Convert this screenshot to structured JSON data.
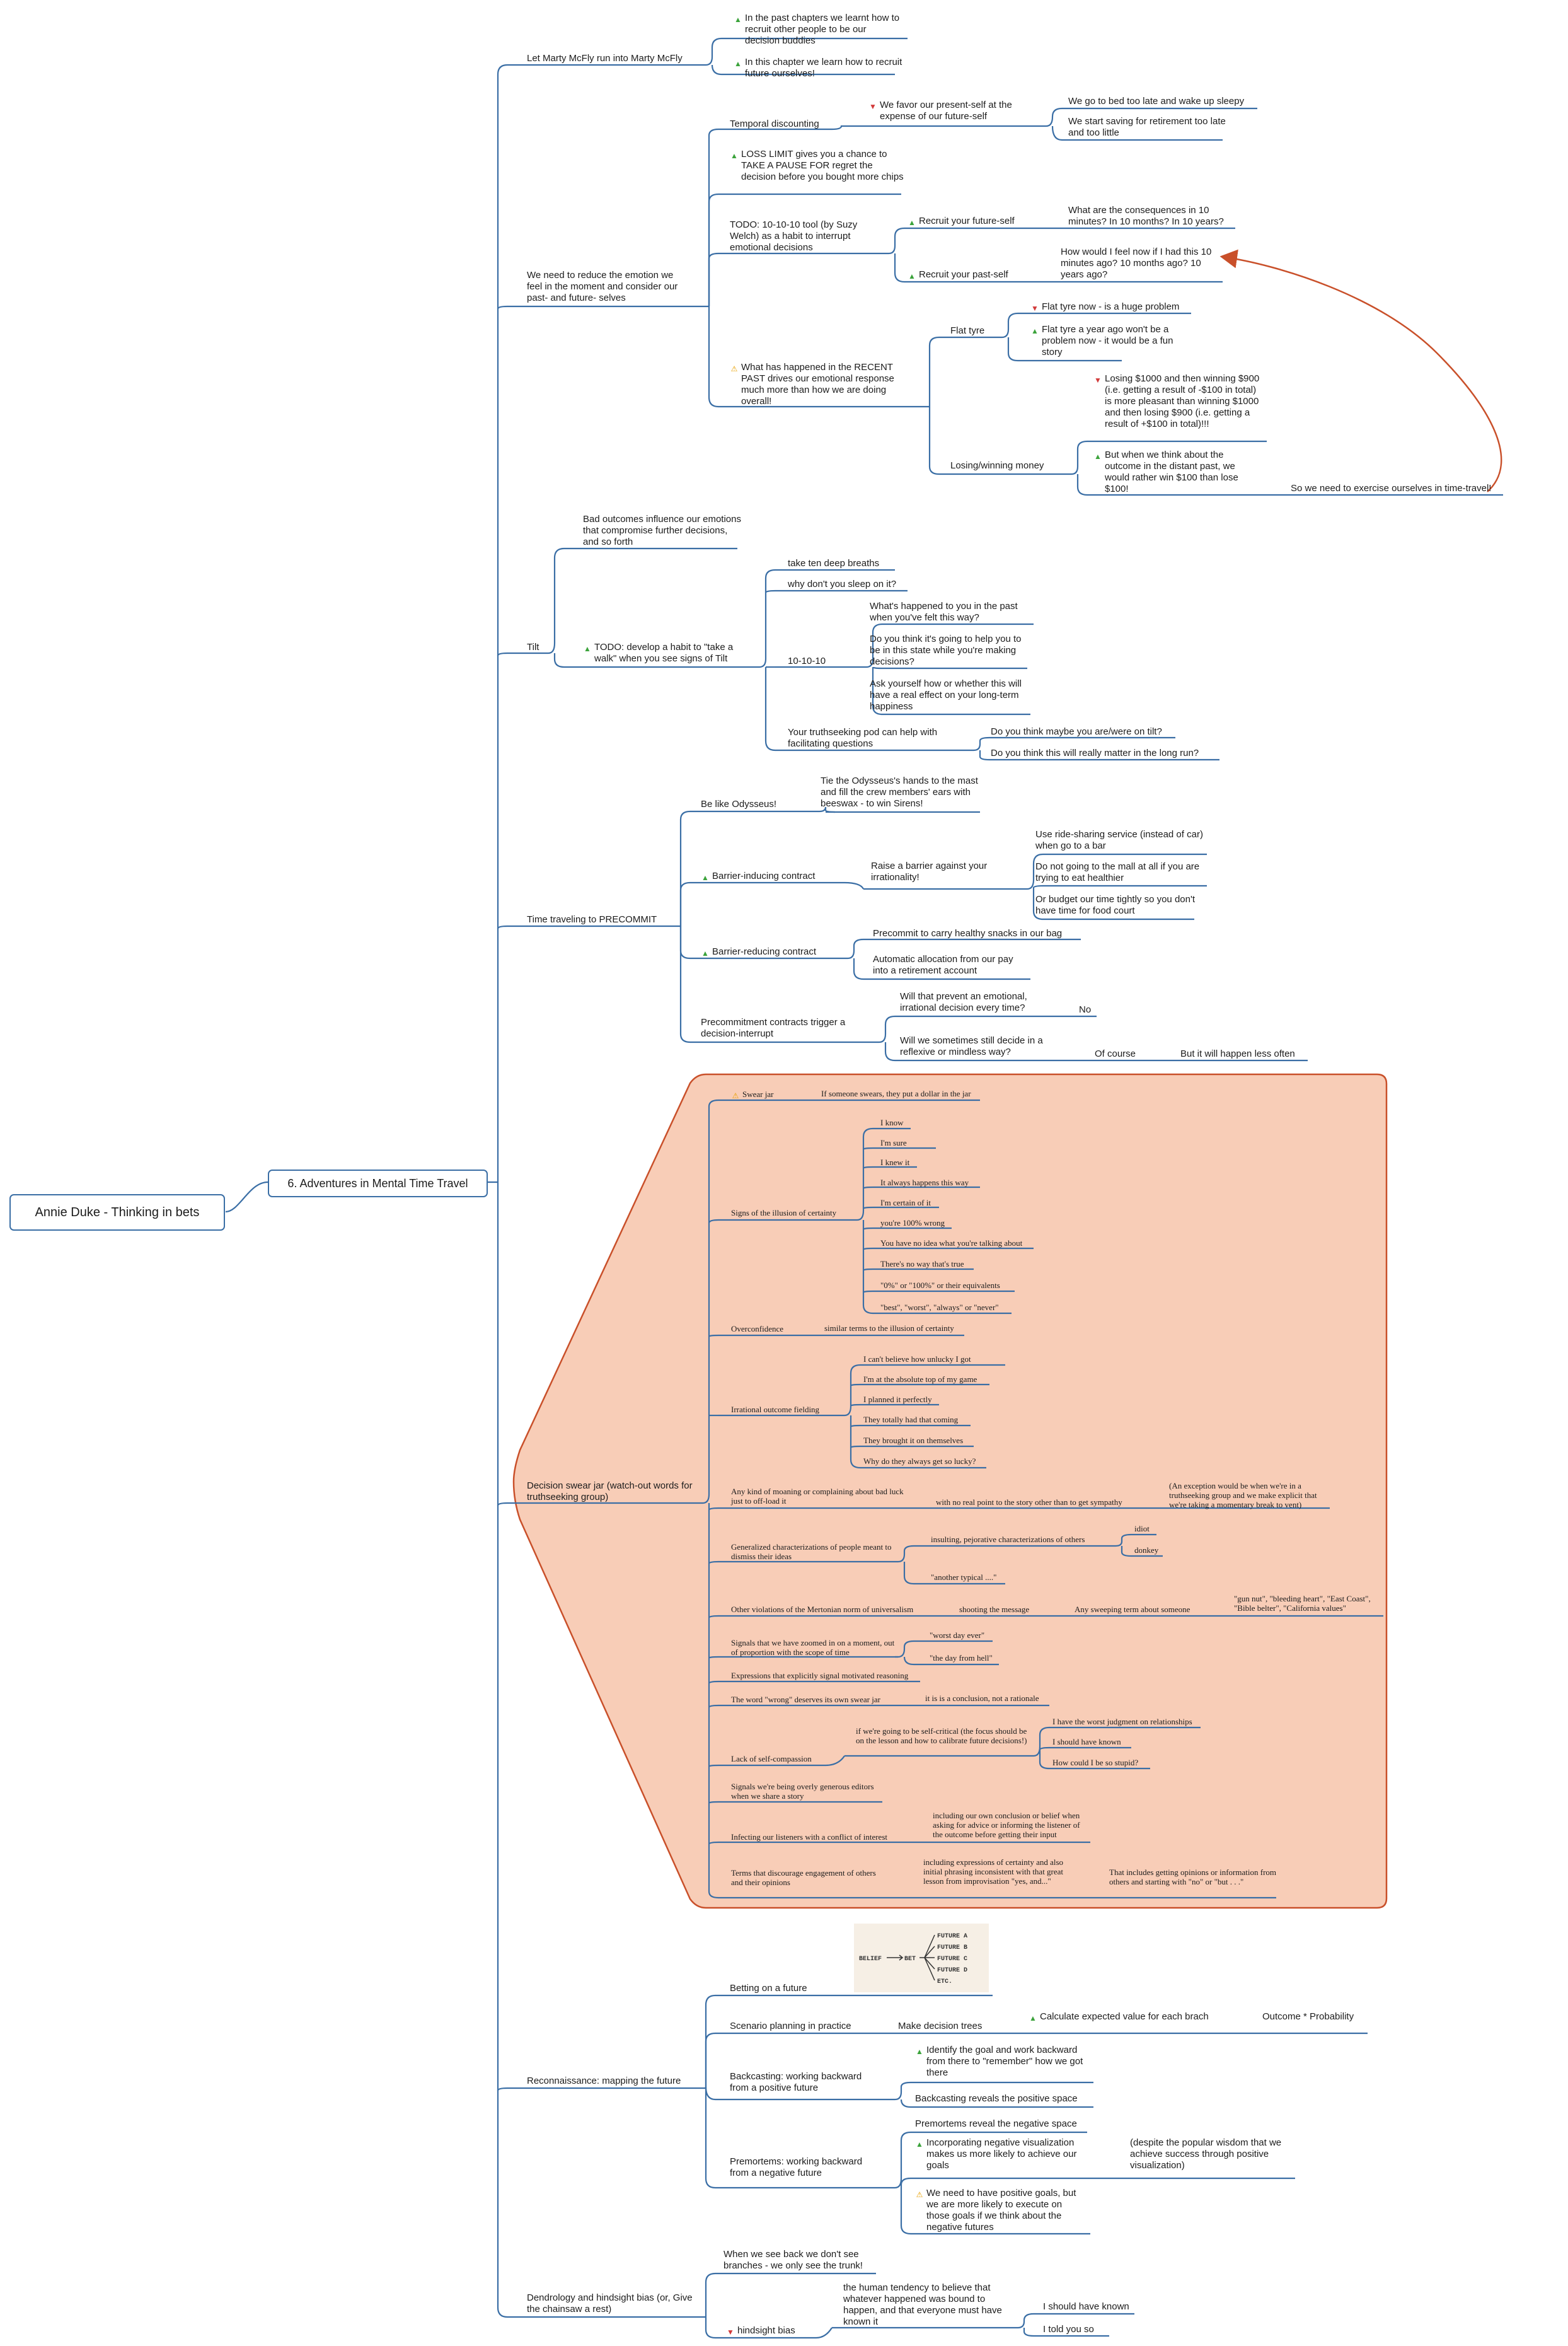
{
  "root": "Annie Duke - Thinking in bets",
  "chapter": "6. Adventures in Mental Time Travel",
  "marty": {
    "title": "Let Marty McFly run into Marty McFly",
    "past": "In the past chapters we learnt how to recruit other people to be our decision buddies",
    "now": "In this chapter we learn how to recruit future ourselves!"
  },
  "reduce": {
    "title": "We need to reduce the emotion we feel in the moment and consider our past- and future- selves",
    "temporal": "Temporal discounting",
    "favor": "We favor our present-self at the expense of our future-self",
    "bed": "We go to bed too late and wake up sleepy",
    "retire": "We start saving for retirement too late and too little",
    "loss": "LOSS LIMIT gives you a chance to TAKE A PAUSE FOR regret the decision before you bought more chips",
    "todo": "TODO: 10-10-10 tool (by Suzy Welch) as a habit to interrupt emotional decisions",
    "future_self": "Recruit your future-self",
    "future_q": "What are the consequences in 10 minutes? In 10 months? In 10 years?",
    "past_self": "Recruit your past-self",
    "past_q": "How would I feel now if I had this 10 minutes ago? 10 months ago? 10 years ago?",
    "recent": "What has happened in the RECENT PAST drives our emotional response much more than how we are doing overall!",
    "flat": "Flat tyre",
    "flat_now": "Flat tyre now - is a huge problem",
    "flat_year": "Flat tyre a year ago won't be a problem now - it would be a fun story",
    "losing": "Losing/winning money",
    "losing_a": "Losing $1000 and then winning $900 (i.e. getting a result of -$100 in total) is more pleasant than winning $1000 and then losing $900 (i.e. getting a result of +$100 in total)!!!",
    "losing_b": "But when we think about the outcome in the distant past, we would rather win $100 than lose $100!",
    "exercise": "So we need to exercise ourselves in time-travel!"
  },
  "tilt": {
    "title": "Tilt",
    "bad": "Bad outcomes influence our emotions that compromise further decisions, and so forth",
    "todo": "TODO: develop a habit to \"take a walk\" when you see signs of Tilt",
    "breaths": "take ten deep breaths",
    "sleep": "why don't you sleep on it?",
    "ten": "10-10-10",
    "q1": "What's happened to you in the past when you've felt this way?",
    "q2": "Do you think it's going to help you to be in this state while you're making decisions?",
    "q3": "Ask yourself how or whether this will have a real effect on your long-term happiness",
    "pod": "Your truthseeking pod can help with facilitating questions",
    "pod1": "Do you think maybe you are/were on tilt?",
    "pod2": "Do you think this will really matter in the long run?"
  },
  "precommit": {
    "title": "Time traveling to PRECOMMIT",
    "odysseus": "Be like Odysseus!",
    "odysseus_d": "Tie the Odysseus's hands to the mast and fill the crew members' ears with beeswax - to win Sirens!",
    "barrier": "Barrier-inducing contract",
    "raise": "Raise a barrier against your irrationality!",
    "ride": "Use ride-sharing service (instead of car) when go to a bar",
    "mall": "Do not going to the mall at all if you are trying to eat healthier",
    "budget": "Or budget our time tightly so you don't have time for food court",
    "reducing": "Barrier-reducing contract",
    "snacks": "Precommit to carry healthy snacks in our bag",
    "auto": "Automatic allocation from our pay into a retirement account",
    "trigger": "Precommitment contracts trigger a decision-interrupt",
    "prevent": "Will that prevent an emotional, irrational decision every time?",
    "no": "No",
    "still": "Will we sometimes still decide in a reflexive or mindless way?",
    "course": "Of course",
    "less": "But it will happen less often"
  },
  "swear": {
    "title": "Decision swear jar (watch-out words for truthseeking group)",
    "jar": "Swear jar",
    "jar_d": "If someone swears, they put a dollar in the jar",
    "signs": "Signs of the illusion of certainty",
    "signs_items": [
      "I know",
      "I'm sure",
      "I knew it",
      "It always happens this way",
      "I'm certain of it",
      "you're 100% wrong",
      "You have no idea what you're talking about",
      "There's no way that's true",
      "\"0%\" or \"100%\" or their equivalents",
      "\"best\", \"worst\", \"always\" or \"never\""
    ],
    "over": "Overconfidence",
    "over_d": "similar terms to the illusion of certainty",
    "irr": "Irrational outcome fielding",
    "irr_items": [
      "I can't believe how unlucky I got",
      "I'm at the absolute top of my game",
      "I planned it perfectly",
      "They totally had that coming",
      "They brought it on themselves",
      "Why do they always get so lucky?"
    ],
    "moan": "Any kind of moaning or complaining about bad luck just to off-load it",
    "moan_d": "with no real point to the story other than to get sympathy",
    "moan_e": "(An exception would be when we're in a truthseeking group and we make explicit that we're taking a momentary break to vent)",
    "gen": "Generalized characterizations of people meant to dismiss their ideas",
    "gen_a": "insulting, pejorative characterizations of others",
    "idiot": "idiot",
    "donkey": "donkey",
    "another": "\"another typical ....\"",
    "merton": "Other violations of the Mertonian norm of universalism",
    "shoot": "shooting the message",
    "sweep": "Any sweeping term about someone",
    "sweep_d": "\"gun nut\", \"bleeding heart\", \"East Coast\", \"Bible belter\", \"California values\"",
    "zoom": "Signals that we have zoomed in on a moment, out of proportion with the scope of time",
    "worst": "\"worst day ever\"",
    "hell": "\"the day from hell\"",
    "motivated": "Expressions that explicitly signal motivated reasoning",
    "wrong": "The word \"wrong\" deserves its own swear jar",
    "wrong_d": "it is is a conclusion, not a rationale",
    "lack": "Lack of self-compassion",
    "lack_d": "if we're going to be self-critical (the focus should be on the lesson and how to calibrate future decisions!)",
    "lack_1": "I have the worst judgment on relationships",
    "lack_2": "I should have known",
    "lack_3": "How could I be so stupid?",
    "editors": "Signals we're being overly generous editors when we share a story",
    "infect": "Infecting our listeners with a conflict of interest",
    "infect_d": "including our own conclusion or belief when asking for advice or informing the listener of the outcome before getting their input",
    "terms": "Terms that discourage engagement of others and their opinions",
    "terms_d": "including expressions of certainty and also initial phrasing inconsistent with that great lesson from improvisation \"yes, and...\"",
    "terms_e": "That includes getting opinions or information from others and starting with \"no\" or \"but . . .\""
  },
  "recon": {
    "title": "Reconnaissance: mapping the future",
    "betting": "Betting on a future",
    "img": {
      "belief": "BELIEF",
      "bet": "BET",
      "futures": [
        "FUTURE A",
        "FUTURE B",
        "FUTURE C",
        "FUTURE D",
        "ETC."
      ]
    },
    "scenario": "Scenario planning in practice",
    "trees": "Make decision trees",
    "calc": "Calculate expected value for each brach",
    "outcome": "Outcome * Probability",
    "back": "Backcasting: working backward from a positive future",
    "back_a": "Identify the goal and work backward from there to \"remember\" how we got there",
    "back_b": "Backcasting reveals the positive space",
    "pre": "Premortems: working backward from a negative future",
    "pre_a": "Premortems reveal the negative space",
    "pre_b": "Incorporating negative visualization makes us more likely to achieve our goals",
    "pre_b2": "(despite the popular wisdom that we achieve success through positive visualization)",
    "pre_c": "We need to have positive goals, but we are more likely to execute on those goals if we think about the negative futures"
  },
  "dendro": {
    "title": "Dendrology and hindsight bias (or, Give the chainsaw a rest)",
    "trunk": "When we see back we don't see branches - we only see the trunk!",
    "hind": "hindsight bias",
    "tendency": "the human tendency to believe that whatever happened was bound to happen, and that everyone must have known it",
    "known": "I should have known",
    "told": "I told you so"
  },
  "colors": {
    "line": "#3a6ea5",
    "blob_fill": "#f8cdb7",
    "blob_stroke": "#c9502a",
    "arrow": "#c9502a"
  }
}
